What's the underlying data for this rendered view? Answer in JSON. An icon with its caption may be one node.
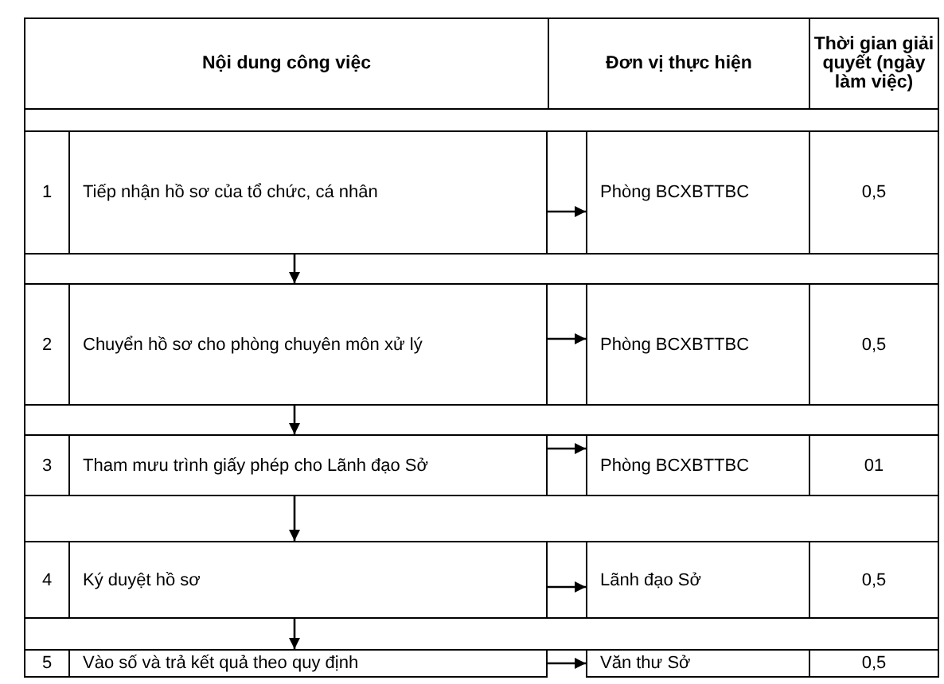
{
  "diagram": {
    "nodes": [
      {
        "text": [
          "Nội dung công việc"
        ]
      },
      {
        "text": [
          "Đơn vị thực hiện"
        ]
      },
      {
        "text": [
          "Thời gian giải quyết (ngày làm việc)"
        ]
      },
      {
        "text": [
          "1",
          "Tiếp nhận hồ sơ của tổ chức, cá nhân"
        ]
      },
      {
        "text": [
          "Phòng BCXBTTBC"
        ]
      },
      {
        "text": [
          "0,5"
        ]
      },
      {
        "text": [
          "2",
          "Chuyển hồ sơ cho phòng chuyên môn xử lý"
        ]
      },
      {
        "text": [
          "Phòng BCXBTTBC"
        ]
      },
      {
        "text": [
          "0,5"
        ]
      },
      {
        "text": [
          "3",
          "Tham mưu trình giấy phép cho Lãnh đạo Sở"
        ]
      },
      {
        "text": [
          "Phòng BCXBTTBC"
        ]
      },
      {
        "text": [
          "01"
        ]
      },
      {
        "text": [
          "4",
          "Ký duyệt hồ sơ"
        ]
      },
      {
        "text": [
          "Lãnh đạo Sở"
        ]
      },
      {
        "text": [
          "0,5"
        ]
      },
      {
        "text": [
          "5",
          "Vào số và trả kết quả theo quy định"
        ]
      },
      {
        "text": [
          "Văn thư Sở"
        ]
      },
      {
        "text": [
          "0,5"
        ]
      }
    ],
    "edges": [
      {
        "from": 3,
        "to": 4,
        "arrow": "to"
      },
      {
        "from": 3,
        "to": 6,
        "arrow": "to"
      },
      {
        "from": 6,
        "to": 7,
        "arrow": "to"
      },
      {
        "from": 6,
        "to": 9,
        "arrow": "to"
      },
      {
        "from": 9,
        "to": 10,
        "arrow": "to"
      },
      {
        "from": 9,
        "to": 12,
        "arrow": "to"
      },
      {
        "from": 12,
        "to": 13,
        "arrow": "to"
      },
      {
        "from": 12,
        "to": 15,
        "arrow": "to"
      },
      {
        "from": 15,
        "to": 16,
        "arrow": "to"
      }
    ]
  }
}
